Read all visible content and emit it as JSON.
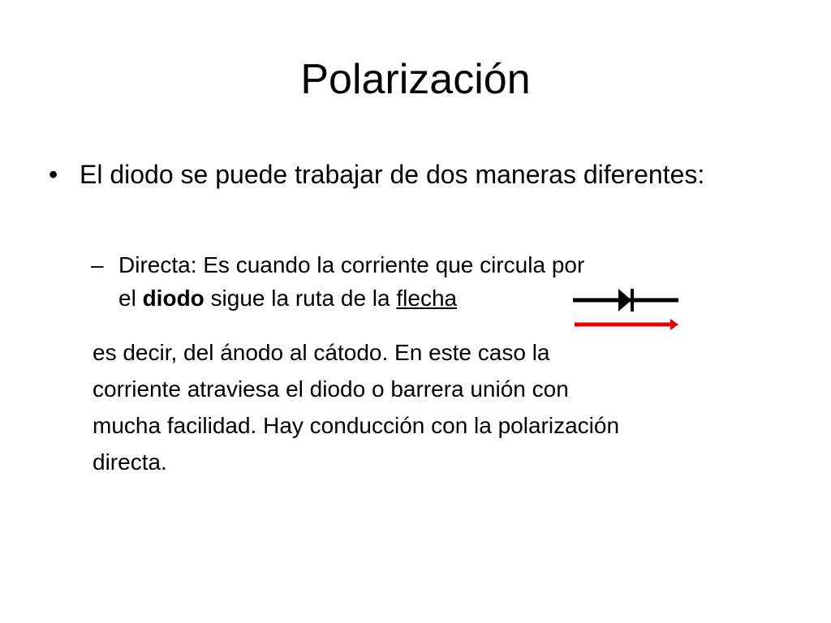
{
  "slide": {
    "title": "Polarización",
    "bullet_1": {
      "marker": "•",
      "text": "El diodo se puede trabajar de dos maneras diferentes:"
    },
    "sub_bullet": {
      "marker": "–",
      "line_1": "Directa: Es cuando la corriente que circula por",
      "line_2_prefix": "el ",
      "line_2_bold": "diodo",
      "line_2_middle": " sigue la ruta de la ",
      "line_2_underlined": "flecha"
    },
    "continuation": [
      "es decir, del ánodo al cátodo. En este caso la",
      "corriente atraviesa el diodo o barrera unión con",
      "mucha facilidad. Hay conducción con la polarización",
      "directa."
    ]
  },
  "icons": {
    "diode": "diode-symbol-icon",
    "arrow": "red-arrow-icon"
  },
  "colors": {
    "text": "#000000",
    "arrow": "#e00000",
    "background": "#ffffff"
  }
}
